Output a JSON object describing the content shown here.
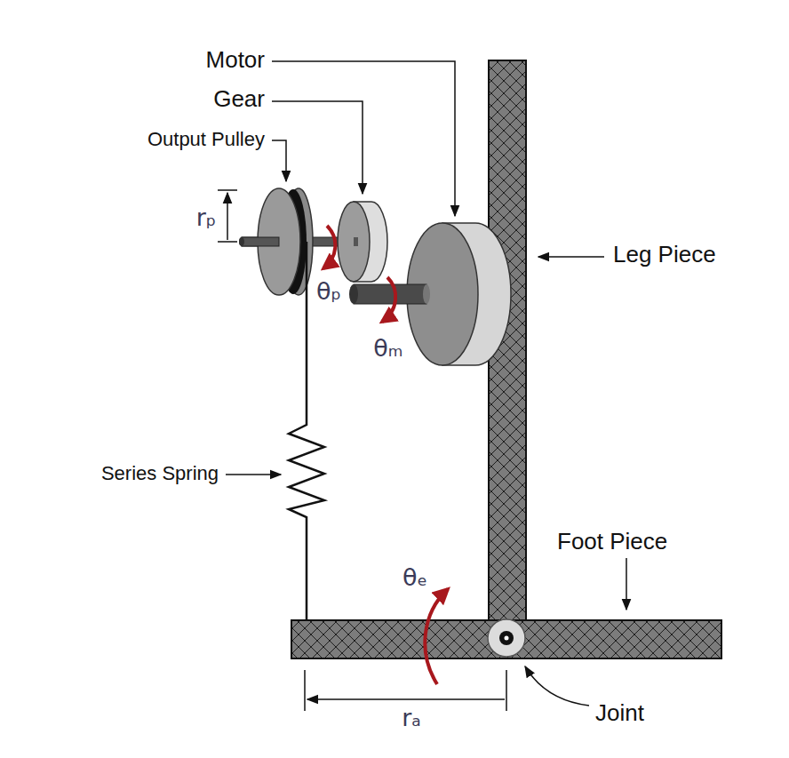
{
  "diagram": {
    "labels": [
      "Motor",
      "Gear",
      "Output Pulley",
      "rₚ",
      "θₚ",
      "θₘ",
      "Leg Piece",
      "Series Spring",
      "θₑ",
      "Foot Piece",
      "Joint",
      "rₐ"
    ]
  }
}
